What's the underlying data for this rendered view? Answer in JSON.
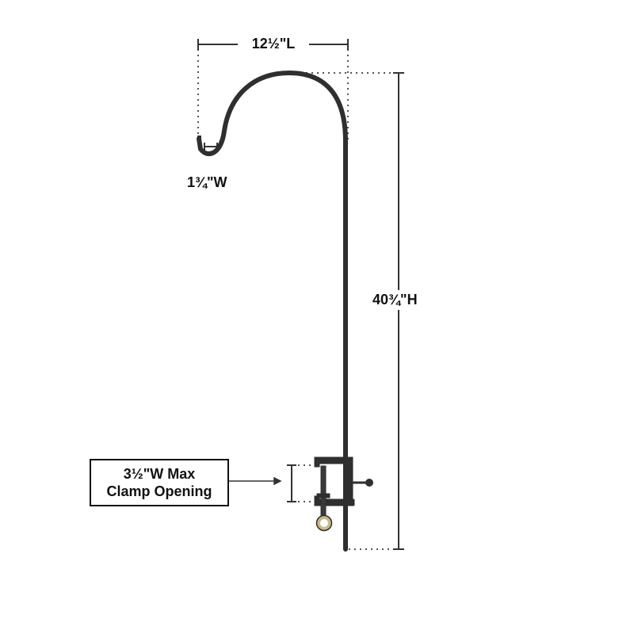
{
  "dimensions": {
    "length": "12½\"L",
    "hook_width": "1¾\"W",
    "height": "40¾\"H",
    "clamp_line1": "3½\"W Max",
    "clamp_line2": "Clamp Opening"
  },
  "colors": {
    "product": "#2f2f2f",
    "dimension_line": "#333333",
    "dotted_guide": "#555555",
    "ring": "#c9b98a",
    "background": "#ffffff"
  }
}
